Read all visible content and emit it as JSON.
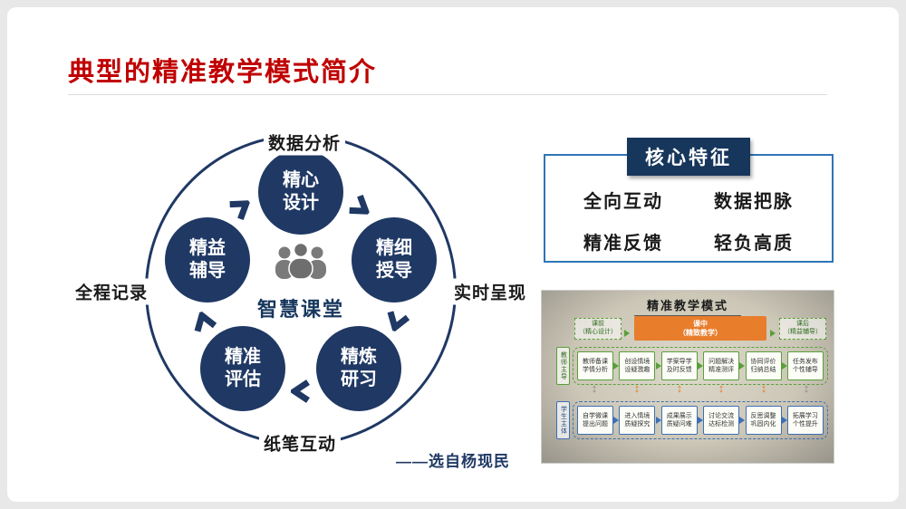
{
  "slide": {
    "title": "典型的精准教学模式简介",
    "attribution": "——选自杨现民"
  },
  "cycle": {
    "center_label": "智慧课堂",
    "nodes": [
      {
        "label": "精心\n设计"
      },
      {
        "label": "精细\n授导"
      },
      {
        "label": "精炼\n研习"
      },
      {
        "label": "精准\n评估"
      },
      {
        "label": "精益\n辅导"
      }
    ],
    "outer_labels": {
      "top": "数据分析",
      "right": "实时呈现",
      "bottom": "纸笔互动",
      "left": "全程记录"
    }
  },
  "core_features": {
    "title": "核心特征",
    "items": [
      "全向互动",
      "数据把脉",
      "精准反馈",
      "轻负高质"
    ]
  },
  "flowchart": {
    "title": "精准教学模式",
    "stages": [
      "课前\n（精心设计）",
      "课中\n（精致教学）",
      "课后\n（精益辅导）"
    ],
    "teacher_track": {
      "label": "教师主导",
      "steps": [
        "教师备课\n学情分析",
        "创设情境\n设疑激趣",
        "学案导学\n及时反馈",
        "问题解决\n精准测评",
        "协同评价\n归纳总结",
        "任务发布\n个性辅导"
      ]
    },
    "student_track": {
      "label": "学生主体",
      "steps": [
        "自学微课\n提出问题",
        "进入情境\n质疑探究",
        "成果展示\n质疑问难",
        "讨论交流\n达标检测",
        "反思调整\n巩固内化",
        "拓展学习\n个性提升"
      ]
    }
  },
  "colors": {
    "title_red": "#C00000",
    "navy": "#1F3864",
    "panel_blue": "#2E75B6",
    "header_navy": "#16365C",
    "orange": "#E87D2B",
    "green": "#5A9E3A",
    "blue": "#3D6FB5"
  }
}
